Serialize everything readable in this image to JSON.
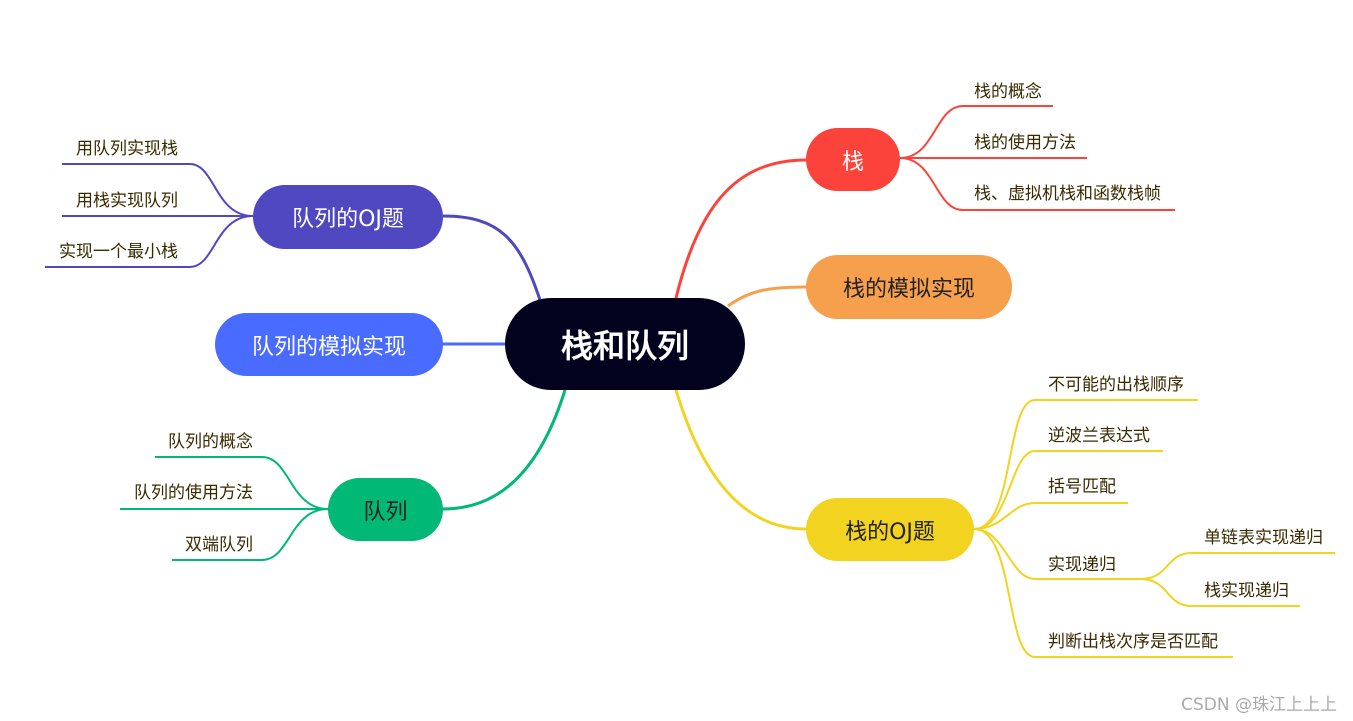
{
  "center": {
    "label": "栈和队列",
    "color": "#02021f"
  },
  "right": [
    {
      "label": "栈",
      "color": "#fc433b",
      "children": [
        "栈的概念",
        "栈的使用方法",
        "栈、虚拟机栈和函数栈帧"
      ]
    },
    {
      "label": "栈的模拟实现",
      "color": "#f6a04d",
      "children": []
    },
    {
      "label": "栈的OJ题",
      "color": "#f2d31f",
      "children": [
        "不可能的出栈顺序",
        "逆波兰表达式",
        "括号匹配",
        "实现递归",
        "判断出栈次序是否匹配"
      ],
      "sub": {
        "parent": "实现递归",
        "children": [
          "单链表实现递归",
          "栈实现递归"
        ]
      }
    }
  ],
  "left": [
    {
      "label": "队列的OJ题",
      "color": "#4f48c0",
      "children": [
        "用队列实现栈",
        "用栈实现队列",
        "实现一个最小栈"
      ]
    },
    {
      "label": "队列的模拟实现",
      "color": "#4a6bff",
      "children": []
    },
    {
      "label": "队列",
      "color": "#01b877",
      "children": [
        "队列的概念",
        "队列的使用方法",
        "双端队列"
      ]
    }
  ],
  "watermark": "CSDN @珠江上上上"
}
